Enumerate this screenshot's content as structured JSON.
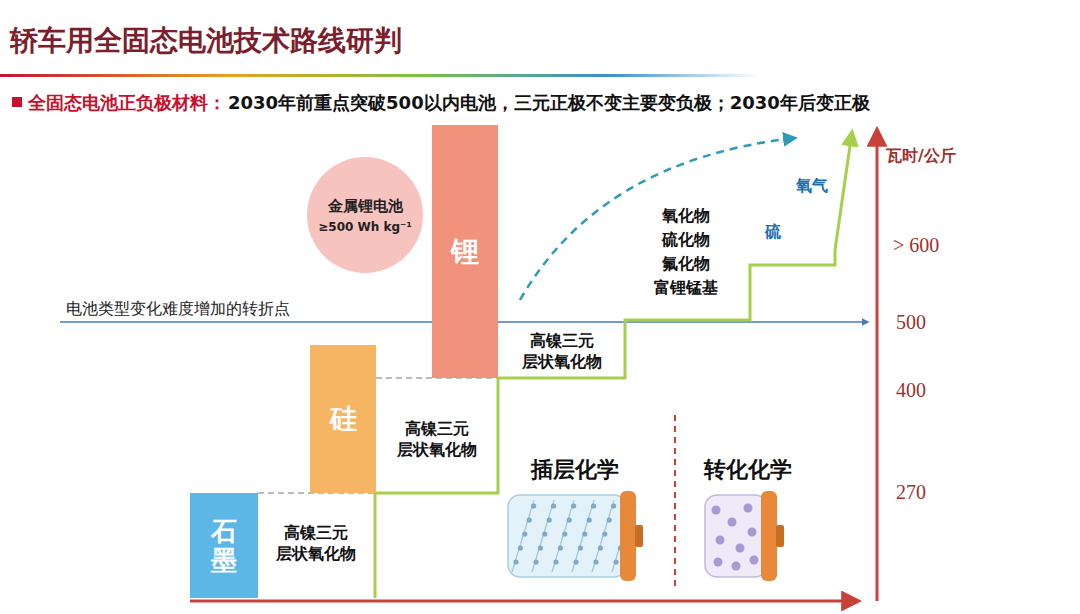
{
  "diagram": {
    "title": "轿车用全固态电池技术路线研判",
    "nodes": [
      {
        "text": [
          "石墨"
        ]
      },
      {
        "text": [
          "硅"
        ]
      },
      {
        "text": [
          "金属锂电池",
          "≥500 Wh kg⁻¹"
        ]
      },
      {
        "text": [
          "锂"
        ]
      }
    ],
    "labels": [
      "全固态电池正负极材料：",
      "2030年前重点突破500以内电池，三元正极不变主要变负极；2030年后变正极",
      "电池类型变化难度增加的转折点",
      "瓦时/公斤",
      "> 600",
      "500",
      "400",
      "270",
      "高镍三元 层状氧化物",
      "高镍三元 层状氧化物",
      "高镍三元 层状氧化物",
      "氧化物 硫化物 氟化物 富锂锰基",
      "硫",
      "氧气",
      "插层化学",
      "转化化学"
    ]
  }
}
